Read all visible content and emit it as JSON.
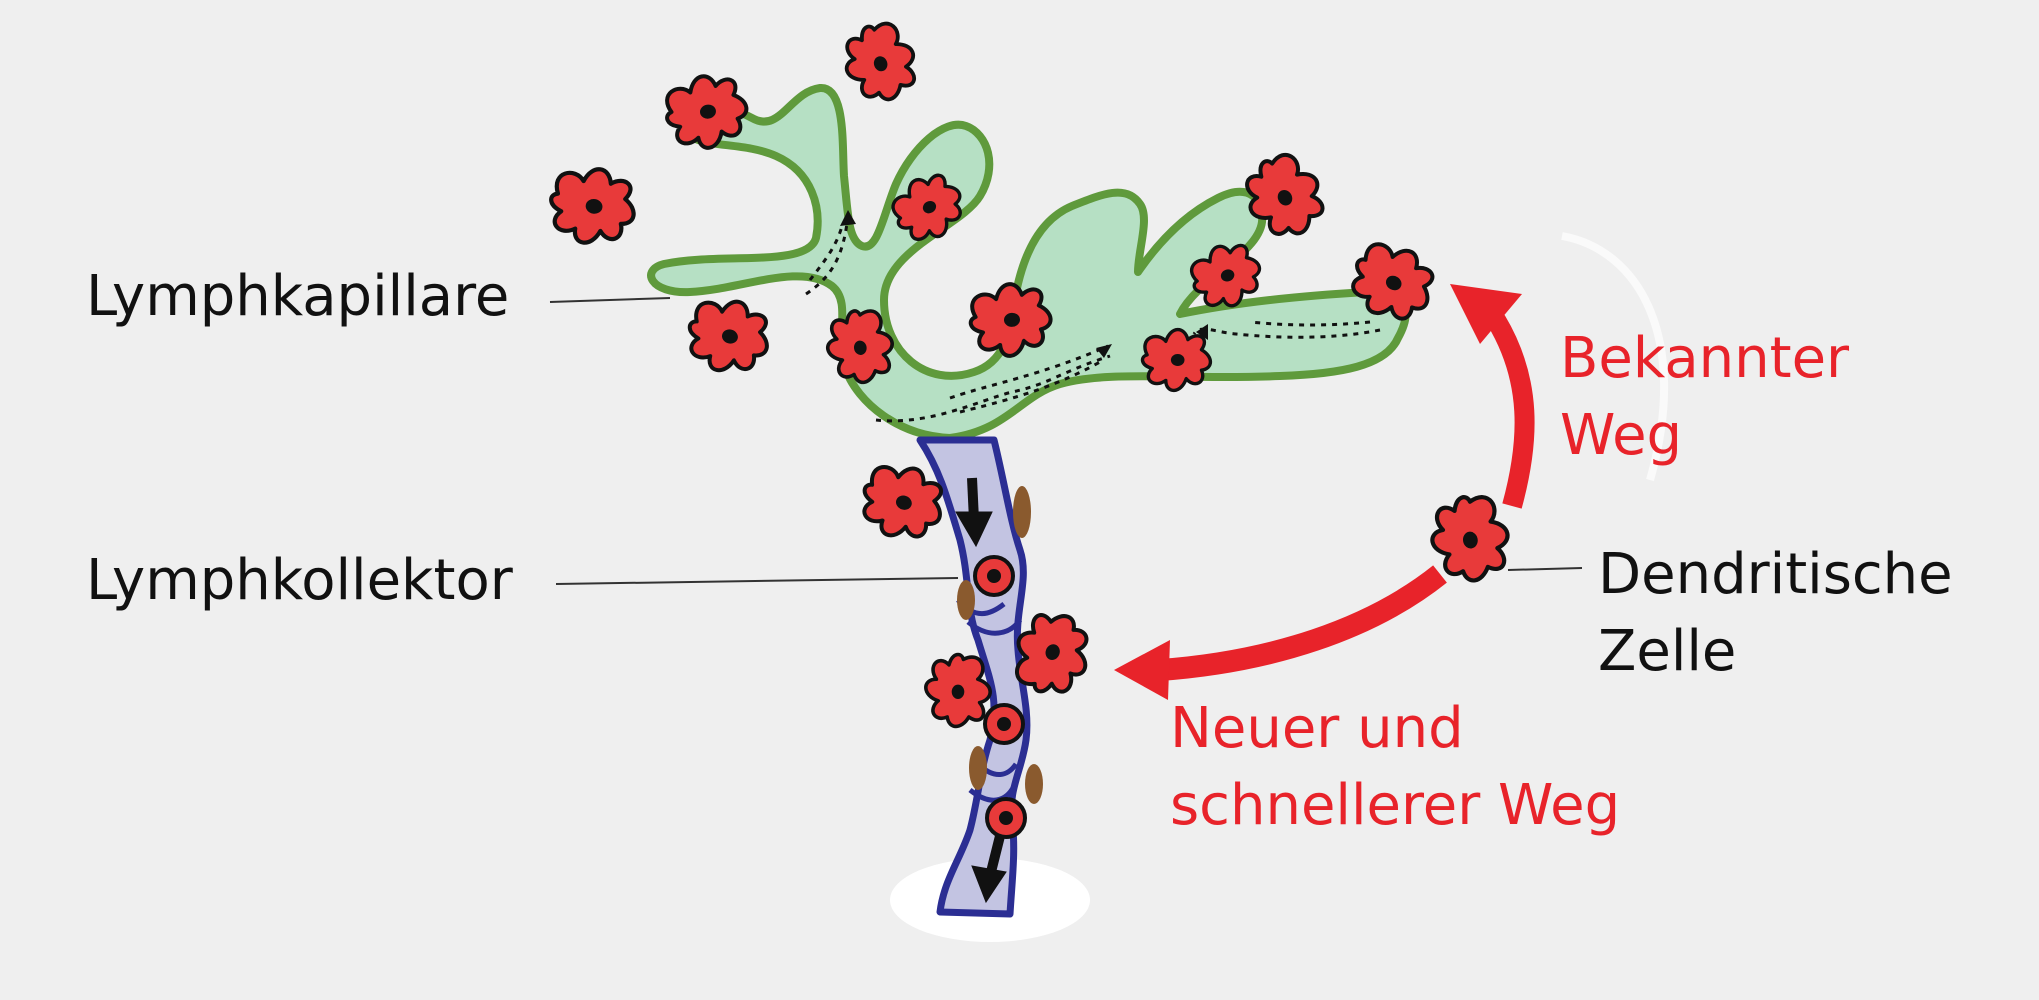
{
  "labels": {
    "capillary": "Lymphkapillare",
    "collector": "Lymphkollektor",
    "dendritic_cell": [
      "Dendritische",
      "Zelle"
    ],
    "known_route": [
      "Bekannter",
      "Weg"
    ],
    "new_route": [
      "Neuer und",
      "schnellerer Weg"
    ]
  },
  "colors": {
    "background": "#efefef",
    "capillary_fill": "#b6e0c4",
    "capillary_outline": "#5f9a3c",
    "collector_fill": "#c3c4e2",
    "collector_outline": "#2b2e93",
    "cell_fill": "#e83a3a",
    "arrow_red": "#e8232a",
    "pericyte_brown": "#8a5a2e"
  }
}
